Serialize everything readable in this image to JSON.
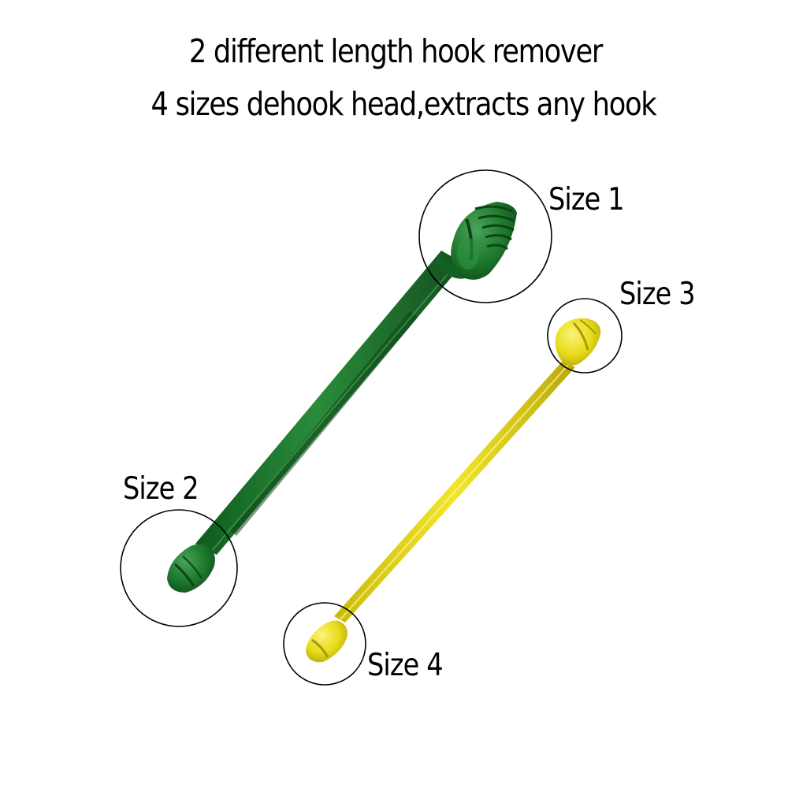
{
  "heading": {
    "line1": "2 different length  hook remover",
    "line2": "4 sizes dehook head,extracts any hook"
  },
  "labels": {
    "size1": "Size 1",
    "size2": "Size 2",
    "size3": "Size 3",
    "size4": "Size 4"
  },
  "colors": {
    "background": "#ffffff",
    "green_tool": "#1f7a2e",
    "yellow_tool": "#e8dc1a",
    "text": "#000000"
  },
  "objects": {
    "long_tool": "green hook remover",
    "short_tool": "yellow hook remover"
  }
}
